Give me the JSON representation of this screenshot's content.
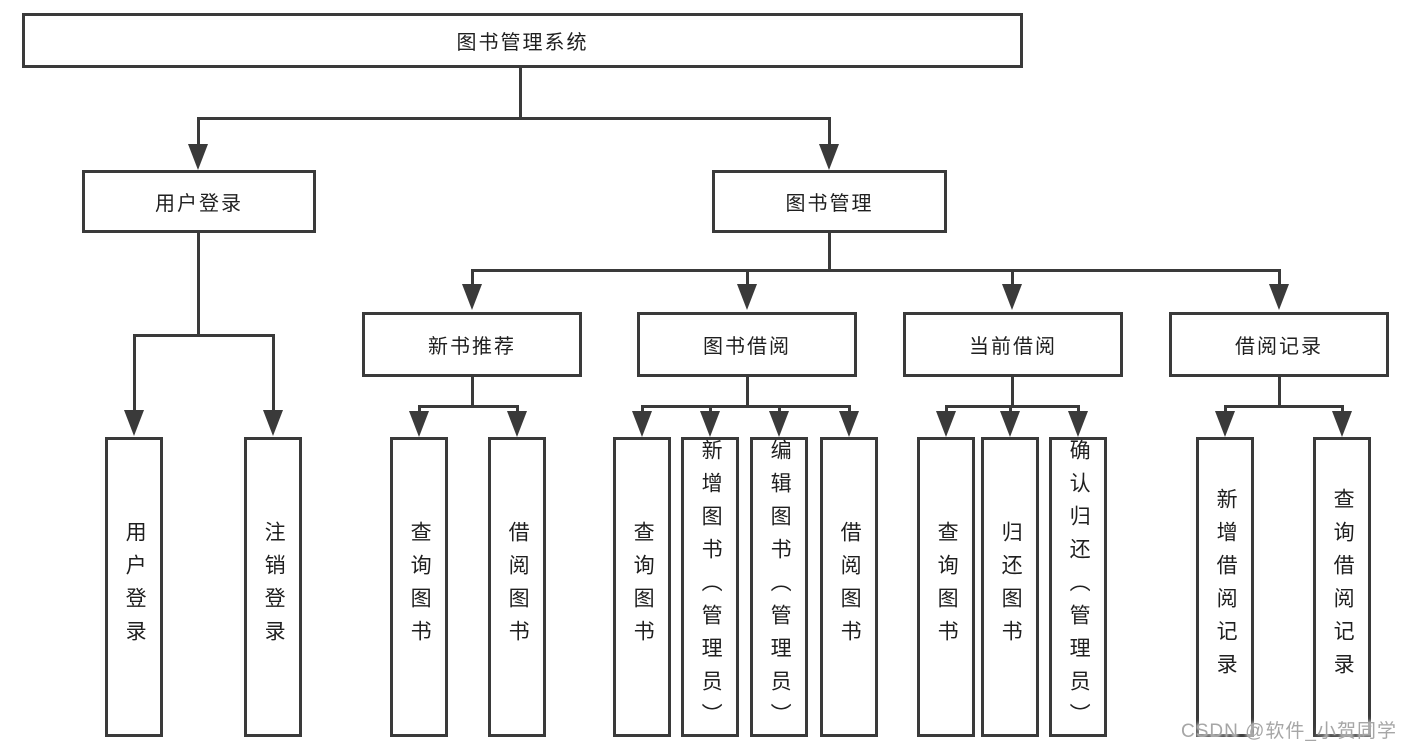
{
  "tree": {
    "root": {
      "label": "图书管理系统"
    },
    "level2": [
      {
        "label": "用户登录",
        "children": [
          {
            "label": "用户登录"
          },
          {
            "label": "注销登录"
          }
        ]
      },
      {
        "label": "图书管理",
        "children": [
          {
            "label": "新书推荐",
            "children": [
              {
                "label": "查询图书"
              },
              {
                "label": "借阅图书"
              }
            ]
          },
          {
            "label": "图书借阅",
            "children": [
              {
                "label": "查询图书"
              },
              {
                "label": "新增图书（管理员）"
              },
              {
                "label": "编辑图书（管理员）"
              },
              {
                "label": "借阅图书"
              }
            ]
          },
          {
            "label": "当前借阅",
            "children": [
              {
                "label": "查询图书"
              },
              {
                "label": "归还图书"
              },
              {
                "label": "确认归还（管理员）"
              }
            ]
          },
          {
            "label": "借阅记录",
            "children": [
              {
                "label": "新增借阅记录"
              },
              {
                "label": "查询借阅记录"
              }
            ]
          }
        ]
      }
    ]
  },
  "watermark": {
    "text": "CSDN @软件_小贺同学"
  },
  "colors": {
    "line": "#3a3a3a",
    "text": "#1f1f1f",
    "watermark": "#a6a6a6",
    "bg": "#ffffff"
  }
}
